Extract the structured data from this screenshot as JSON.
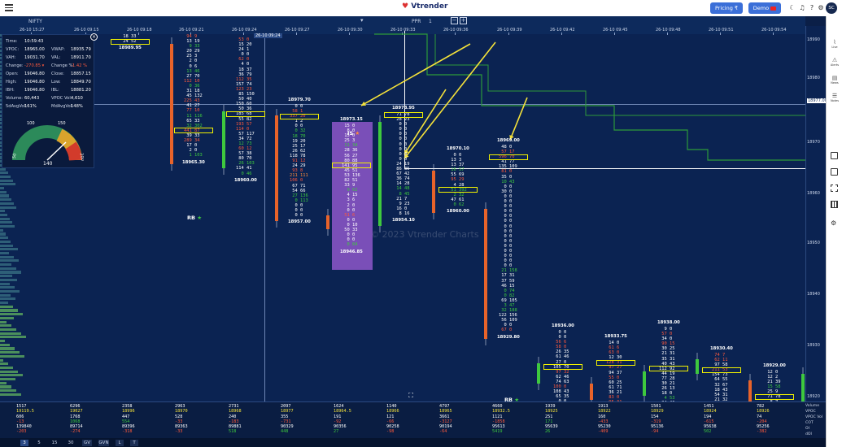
{
  "app": {
    "brand": "Vtrender",
    "avatar": "SC"
  },
  "topbar": {
    "dropdown_caret": "▾",
    "mode_label": "PPR",
    "mode_value": "1",
    "pricing_label": "Pricing ₹",
    "demo_label": "Demo",
    "icons": [
      "moon-icon",
      "bell-icon",
      "help-icon",
      "gear-icon"
    ]
  },
  "symbol": {
    "name": "NIFTY"
  },
  "time_ticks": [
    "26-10 15:27",
    "26-10 09:15",
    "26-10 09:18",
    "26-10 09:21",
    "26-10 09:24",
    "26-10 09:27",
    "26-10 09:30",
    "26-10 09:33",
    "26-10 09:36",
    "26-10 09:39",
    "26-10 09:42",
    "26-10 09:45",
    "26-10 09:48",
    "26-10 09:51",
    "26-10 09:54"
  ],
  "cursor_time": "26-10 09:24",
  "y_ticks": [
    "18990",
    "18980",
    "18977.00",
    "18970",
    "18960",
    "18950",
    "18940",
    "18930",
    "18920"
  ],
  "watermark": "© 2023 Vtrender Charts",
  "info_panel": {
    "rows": [
      {
        "l": "Time:",
        "v": "10:59:43",
        "l2": "",
        "v2": ""
      },
      {
        "l": "VPOC:",
        "v": "18965.00",
        "l2": "VWAP:",
        "v2": "18935.79"
      },
      {
        "l": "VAH:",
        "v": "19031.70",
        "l2": "VAL:",
        "v2": "18911.70"
      },
      {
        "l": "Change:",
        "v": "-270.85 ▾",
        "l2": "Change %:",
        "v2": "-1.42 %"
      },
      {
        "l": "Open:",
        "v": "19046.80",
        "l2": "Close:",
        "v2": "18857.15"
      },
      {
        "l": "High:",
        "v": "19046.80",
        "l2": "Low:",
        "v2": "18849.70"
      },
      {
        "l": "IBH:",
        "v": "19046.80",
        "l2": "IBL:",
        "v2": "18881.20"
      },
      {
        "l": "Volume:",
        "v": "60,443",
        "l2": "VPOC Vol:",
        "v2": "4,610"
      },
      {
        "l": "5dAvgVol:",
        "v": "161%",
        "l2": "MdAvgVol:",
        "v2": "148%"
      }
    ],
    "gauge": {
      "value": "140",
      "ticks": [
        "50",
        "100",
        "150",
        "200"
      ]
    }
  },
  "columns": [
    {
      "x": 148,
      "top_label": "",
      "bottom_label": "18989.95",
      "rows": [
        [
          "18",
          "33"
        ],
        [
          "24",
          "52"
        ]
      ]
    },
    {
      "x": 226,
      "top_label": "",
      "bottom_label": "18965.30",
      "rows": [
        [
          "94",
          "9"
        ],
        [
          "13",
          "19"
        ],
        [
          "9",
          "33"
        ],
        [
          "20",
          "29"
        ],
        [
          "25",
          "3"
        ],
        [
          "2",
          "0"
        ],
        [
          "0",
          "6"
        ],
        [
          "13",
          "46"
        ],
        [
          "27",
          "70"
        ],
        [
          "112",
          "10"
        ],
        [
          "0",
          "36"
        ],
        [
          "31",
          "18"
        ],
        [
          "45",
          "132"
        ],
        [
          "225",
          "43"
        ],
        [
          "41",
          "27"
        ],
        [
          "77",
          "10"
        ],
        [
          "11",
          "116"
        ],
        [
          "65",
          "33"
        ],
        [
          "32",
          "302"
        ],
        [
          "441",
          "87"
        ],
        [
          "39",
          "33"
        ],
        [
          "289",
          "34"
        ],
        [
          "17",
          "0"
        ],
        [
          "2",
          "0"
        ],
        [
          "1",
          "103"
        ]
      ]
    },
    {
      "x": 290,
      "top_label": "",
      "bottom_label": "18960.00",
      "rows": [
        [
          "53",
          "0"
        ],
        [
          "15",
          "20"
        ],
        [
          "24",
          "1"
        ],
        [
          "0",
          "0"
        ],
        [
          "62",
          "0"
        ],
        [
          "4",
          "0"
        ],
        [
          "18",
          "37"
        ],
        [
          "36",
          "79"
        ],
        [
          "112",
          "35"
        ],
        [
          "157",
          "74"
        ],
        [
          "123",
          "23"
        ],
        [
          "85",
          "150"
        ],
        [
          "50",
          "40"
        ],
        [
          "150",
          "60"
        ],
        [
          "50",
          "36"
        ],
        [
          "185",
          "68"
        ],
        [
          "55",
          "82"
        ],
        [
          "193",
          "57"
        ],
        [
          "114",
          "0"
        ],
        [
          "57",
          "117"
        ],
        [
          "34",
          "72"
        ],
        [
          "12",
          "73"
        ],
        [
          "60",
          "12"
        ],
        [
          "57",
          "38"
        ],
        [
          "80",
          "70"
        ],
        [
          "26",
          "103"
        ],
        [
          "114",
          "41"
        ],
        [
          "0",
          "46"
        ]
      ]
    },
    {
      "x": 356,
      "top_label": "18979.70",
      "bottom_label": "18957.00",
      "rows": [
        [
          "0",
          "0"
        ],
        [
          "58",
          "1"
        ],
        [
          "337",
          "20"
        ],
        [
          "1",
          "2"
        ],
        [
          "0",
          "0"
        ],
        [
          "0",
          "32"
        ],
        [
          "18",
          "70"
        ],
        [
          "19",
          "20"
        ],
        [
          "25",
          "17"
        ],
        [
          "26",
          "62"
        ],
        [
          "118",
          "78"
        ],
        [
          "91",
          "12"
        ],
        [
          "24",
          "29"
        ],
        [
          "93",
          "8"
        ],
        [
          "211",
          "111"
        ],
        [
          "106",
          "0"
        ],
        [
          "67",
          "71"
        ],
        [
          "54",
          "66"
        ],
        [
          "27",
          "136"
        ],
        [
          "0",
          "113"
        ],
        [
          "0",
          "0"
        ],
        [
          "0",
          "0"
        ],
        [
          "0",
          "0"
        ]
      ]
    },
    {
      "x": 420,
      "top_label": "18973.15",
      "bottom_label": "18946.85",
      "rows": [
        [
          "15",
          "0"
        ],
        [
          "8",
          "0"
        ],
        [
          "15",
          "0"
        ],
        [
          "25",
          "3"
        ],
        [
          "11",
          "34"
        ],
        [
          "28",
          "36"
        ],
        [
          "56",
          "27"
        ],
        [
          "80",
          "88"
        ],
        [
          "141",
          "95"
        ],
        [
          "45",
          "51"
        ],
        [
          "53",
          "136"
        ],
        [
          "82",
          "51"
        ],
        [
          "33",
          "9"
        ],
        [
          "9",
          "62"
        ],
        [
          "4",
          "15"
        ],
        [
          "3",
          "6"
        ],
        [
          "2",
          "0"
        ],
        [
          "0",
          "0"
        ],
        [
          "51",
          "6"
        ],
        [
          "0",
          "0"
        ],
        [
          "0",
          "10"
        ],
        [
          "50",
          "33"
        ],
        [
          "0",
          "0"
        ],
        [
          "0",
          "0"
        ],
        [
          "0",
          "84"
        ]
      ]
    },
    {
      "x": 484,
      "top_label": "18978.95",
      "bottom_label": "18954.10",
      "rows": [
        [
          "71",
          "78"
        ],
        [
          "28",
          "23"
        ],
        [
          "0",
          "0"
        ],
        [
          "0",
          "0"
        ],
        [
          "0",
          "0"
        ],
        [
          "0",
          "0"
        ],
        [
          "0",
          "0"
        ],
        [
          "0",
          "0"
        ],
        [
          "0",
          "0"
        ],
        [
          "0",
          "0"
        ],
        [
          "24",
          "19"
        ],
        [
          "86",
          "35"
        ],
        [
          "67",
          "42"
        ],
        [
          "36",
          "74"
        ],
        [
          "14",
          "28"
        ],
        [
          "14",
          "48"
        ],
        [
          "8",
          "45"
        ],
        [
          "21",
          "7"
        ],
        [
          "9",
          "23"
        ],
        [
          "16",
          "0"
        ],
        [
          "8",
          "16"
        ]
      ]
    },
    {
      "x": 551,
      "top_label": "18970.10",
      "bottom_label": "18960.00",
      "rows": [
        [
          "0",
          "0"
        ],
        [
          "13",
          "3"
        ],
        [
          "13",
          "37"
        ],
        [
          "16",
          "57"
        ],
        [
          "55",
          "69"
        ],
        [
          "95",
          "29"
        ],
        [
          "4",
          "28"
        ],
        [
          "51",
          "392"
        ],
        [
          "2",
          "32"
        ],
        [
          "47",
          "61"
        ],
        [
          "0",
          "62"
        ]
      ]
    },
    {
      "x": 613,
      "top_label": "18969.00",
      "bottom_label": "18929.80",
      "rows": [
        [
          "48",
          "0"
        ],
        [
          "57",
          "17"
        ],
        [
          "596",
          "70"
        ],
        [
          "41",
          "77"
        ],
        [
          "135",
          "109"
        ],
        [
          "81",
          "0"
        ],
        [
          "35",
          "0"
        ],
        [
          "10",
          "43"
        ],
        [
          "0",
          "0"
        ],
        [
          "30",
          "0"
        ],
        [
          "0",
          "0"
        ],
        [
          "0",
          "0"
        ],
        [
          "0",
          "0"
        ],
        [
          "0",
          "0"
        ],
        [
          "0",
          "0"
        ],
        [
          "0",
          "0"
        ],
        [
          "0",
          "0"
        ],
        [
          "0",
          "0"
        ],
        [
          "0",
          "0"
        ],
        [
          "0",
          "0"
        ],
        [
          "0",
          "0"
        ],
        [
          "0",
          "0"
        ],
        [
          "0",
          "0"
        ],
        [
          "0",
          "0"
        ],
        [
          "0",
          "0"
        ],
        [
          "21",
          "158"
        ],
        [
          "17",
          "31"
        ],
        [
          "37",
          "59"
        ],
        [
          "46",
          "15"
        ],
        [
          "0",
          "74"
        ],
        [
          "0",
          "82"
        ],
        [
          "69",
          "105"
        ],
        [
          "3",
          "47"
        ],
        [
          "32",
          "188"
        ],
        [
          "122",
          "156"
        ],
        [
          "56",
          "109"
        ],
        [
          "0",
          "0"
        ],
        [
          "67",
          "0"
        ]
      ]
    },
    {
      "x": 680,
      "top_label": "18936.00",
      "bottom_label": "18921.10",
      "rows": [
        [
          "0",
          "0"
        ],
        [
          "0",
          "0"
        ],
        [
          "56",
          "6"
        ],
        [
          "58",
          "0"
        ],
        [
          "26",
          "35"
        ],
        [
          "61",
          "46"
        ],
        [
          "27",
          "0"
        ],
        [
          "105",
          "70"
        ],
        [
          "97",
          "32"
        ],
        [
          "62",
          "46"
        ],
        [
          "74",
          "63"
        ],
        [
          "100",
          "0"
        ],
        [
          "108",
          "43"
        ],
        [
          "65",
          "35"
        ],
        [
          "0",
          "0"
        ],
        [
          "0",
          "0"
        ]
      ]
    },
    {
      "x": 745,
      "top_label": "18933.75",
      "bottom_label": "18921.00",
      "rows": [
        [
          "14",
          "0"
        ],
        [
          "61",
          "6"
        ],
        [
          "63",
          "0"
        ],
        [
          "12",
          "30"
        ],
        [
          "128",
          "31"
        ],
        [
          "97",
          "27"
        ],
        [
          "94",
          "37"
        ],
        [
          "55",
          "0"
        ],
        [
          "60",
          "25"
        ],
        [
          "61",
          "71"
        ],
        [
          "36",
          "21"
        ],
        [
          "83",
          "0"
        ],
        [
          "95",
          "31"
        ],
        [
          "91",
          "0"
        ]
      ]
    },
    {
      "x": 810,
      "top_label": "18938.00",
      "bottom_label": "18926.00",
      "rows": [
        [
          "9",
          "0"
        ],
        [
          "57",
          "0"
        ],
        [
          "34",
          "0"
        ],
        [
          "90",
          "15"
        ],
        [
          "30",
          "25"
        ],
        [
          "21",
          "31"
        ],
        [
          "35",
          "31"
        ],
        [
          "40",
          "43"
        ],
        [
          "112",
          "92"
        ],
        [
          "44",
          "19"
        ],
        [
          "77",
          "28"
        ],
        [
          "30",
          "21"
        ],
        [
          "26",
          "13"
        ],
        [
          "18",
          "0"
        ],
        [
          "4",
          "53"
        ],
        [
          "34",
          "46"
        ],
        [
          "0",
          "0"
        ],
        [
          "22",
          "0"
        ],
        [
          "27",
          "20"
        ]
      ]
    },
    {
      "x": 875,
      "top_label": "18930.40",
      "bottom_label": "18926.00",
      "rows": [
        [
          "74",
          "7"
        ],
        [
          "62",
          "11"
        ],
        [
          "97",
          "58"
        ],
        [
          "211",
          "53"
        ],
        [
          "154",
          "73"
        ],
        [
          "64",
          "55"
        ],
        [
          "32",
          "67"
        ],
        [
          "18",
          "43"
        ],
        [
          "54",
          "31"
        ],
        [
          "21",
          "32"
        ]
      ]
    },
    {
      "x": 940,
      "top_label": "18929.00",
      "bottom_label": "",
      "rows": [
        [
          "12",
          "0"
        ],
        [
          "12",
          "2"
        ],
        [
          "21",
          "39"
        ],
        [
          "15",
          "58"
        ],
        [
          "25",
          "9"
        ],
        [
          "71",
          "78"
        ],
        [
          "8",
          "7"
        ],
        [
          "29",
          "34"
        ],
        [
          "25",
          "16"
        ],
        [
          "42",
          "41"
        ],
        [
          "58",
          "31"
        ],
        [
          "52",
          "9"
        ]
      ]
    }
  ],
  "markers": [
    {
      "label": "RB",
      "x": 230,
      "y": 232
    },
    {
      "label": "IS",
      "x": 427,
      "y": 128
    },
    {
      "label": "RB",
      "x": 620,
      "y": 456
    }
  ],
  "bottom_labels": [
    "Volume",
    "VPOC",
    "VPOC Vol",
    "COT",
    "OI",
    "dOI"
  ],
  "bottom_cols": [
    {
      "x": 20,
      "v": [
        "1517",
        "19119.5",
        "606",
        "-13",
        "139840",
        "-203"
      ]
    },
    {
      "x": 86,
      "v": [
        "6296",
        "19027",
        "1768",
        "1068",
        "89714",
        "-274"
      ]
    },
    {
      "x": 150,
      "v": [
        "2358",
        "18996",
        "447",
        "554",
        "89396",
        "-318"
      ]
    },
    {
      "x": 215,
      "v": [
        "2963",
        "18970",
        "528",
        "-33",
        "89363",
        "-33"
      ]
    },
    {
      "x": 281,
      "v": [
        "2731",
        "18968",
        "240",
        "-183",
        "89881",
        "518"
      ]
    },
    {
      "x": 345,
      "v": [
        "2097",
        "18977",
        "355",
        "-731",
        "90329",
        "448"
      ]
    },
    {
      "x": 410,
      "v": [
        "1624",
        "18964.5",
        "191",
        "-92",
        "90356",
        "27"
      ]
    },
    {
      "x": 475,
      "v": [
        "1140",
        "18966",
        "121",
        "-66",
        "90258",
        "-98"
      ]
    },
    {
      "x": 540,
      "v": [
        "4797",
        "18965",
        "3661",
        "-3127",
        "90194",
        "-64"
      ]
    },
    {
      "x": 605,
      "v": [
        "4660",
        "18932.5",
        "1121",
        "-1858",
        "95613",
        "5419"
      ]
    },
    {
      "x": 670,
      "v": [
        "1939",
        "18925",
        "251",
        "171",
        "95639",
        "26"
      ]
    },
    {
      "x": 735,
      "v": [
        "1913",
        "18922",
        "160",
        "-433",
        "95230",
        "-409"
      ]
    },
    {
      "x": 800,
      "v": [
        "1501",
        "18929",
        "154",
        "-319",
        "95136",
        "-94"
      ]
    },
    {
      "x": 865,
      "v": [
        "1451",
        "18924",
        "194",
        "-615",
        "95638",
        "502"
      ]
    },
    {
      "x": 930,
      "v": [
        "782",
        "18926",
        "74",
        "-204",
        "95256",
        "-382"
      ]
    }
  ],
  "timeframes": [
    "3",
    "5",
    "15",
    "30",
    "GV",
    "GVN",
    "L",
    "T"
  ],
  "rightbar": [
    {
      "icon": "line-icon",
      "label": "Live"
    },
    {
      "icon": "bell-icon",
      "label": "Alerts"
    },
    {
      "icon": "news-icon",
      "label": "News"
    },
    {
      "icon": "notes-icon",
      "label": "Notes"
    }
  ]
}
